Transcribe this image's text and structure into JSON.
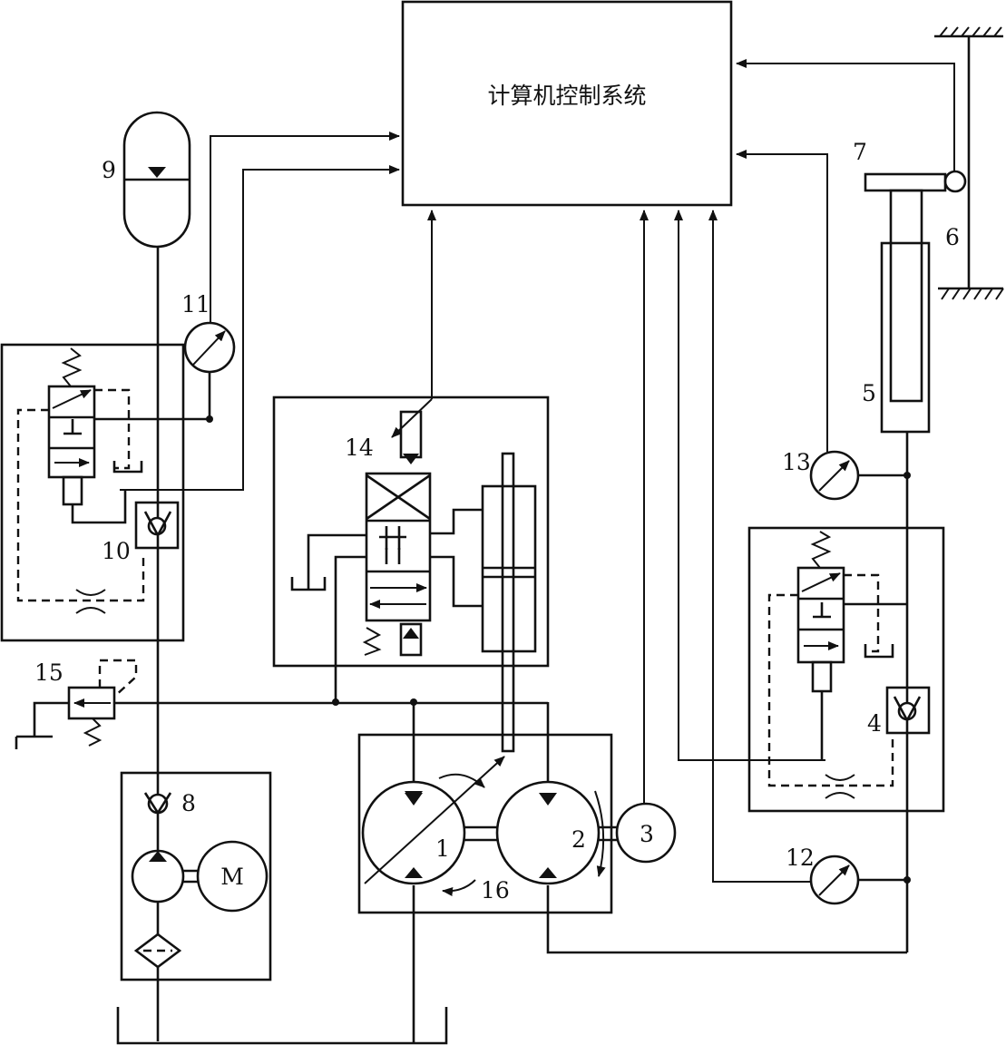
{
  "controller": {
    "title": "计算机控制系统"
  },
  "labels": {
    "l1": "1",
    "l2": "2",
    "l3": "3",
    "l4": "4",
    "l5": "5",
    "l6": "6",
    "l7": "7",
    "l8": "8",
    "l9": "9",
    "l10": "10",
    "l11": "11",
    "l12": "12",
    "l13": "13",
    "l14": "14",
    "l15": "15",
    "l16": "16"
  },
  "motor": {
    "label": "M"
  }
}
